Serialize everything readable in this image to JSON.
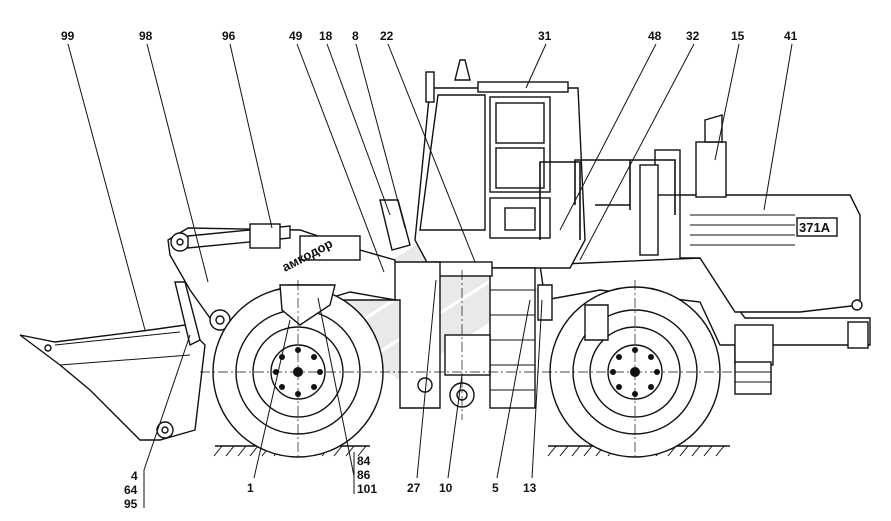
{
  "diagram": {
    "brand_lettering": "амкодор",
    "model_badge": "371A",
    "callouts_top": [
      "99",
      "98",
      "96",
      "49",
      "18",
      "8",
      "22",
      "31",
      "48",
      "32",
      "15",
      "41"
    ],
    "callouts_bottom": [
      "1",
      "27",
      "10",
      "5",
      "13"
    ],
    "callouts_stack_left": [
      "4",
      "64",
      "95"
    ],
    "callouts_stack_right": [
      "84",
      "86",
      "101"
    ]
  }
}
